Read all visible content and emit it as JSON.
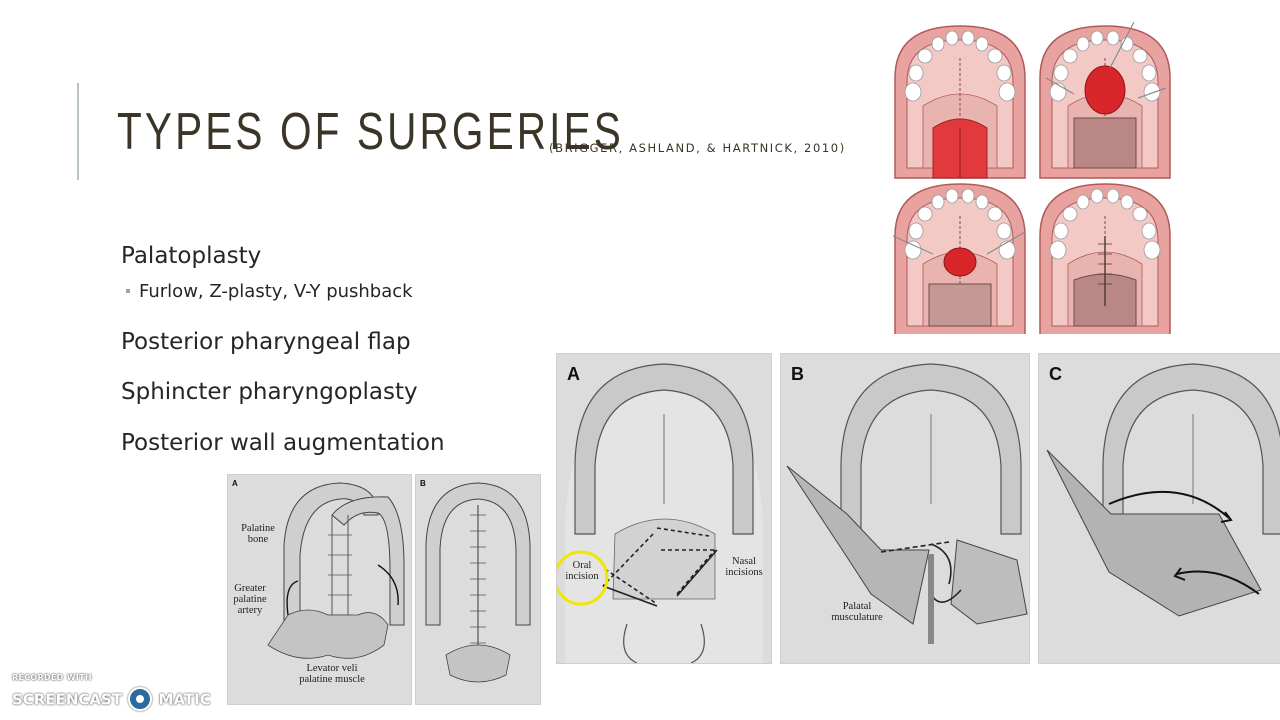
{
  "slide": {
    "title": "TYPES OF SURGERIES",
    "citation": "(BRIGGER, ASHLAND, & HARTNICK, 2010)"
  },
  "bullets": {
    "item1": "Palatoplasty",
    "item1_sub": "Furlow, Z-plasty, V-Y pushback",
    "item2": "Posterior pharyngeal flap",
    "item3": "Sphincter pharyngoplasty",
    "item4": "Posterior wall augmentation"
  },
  "figure_small": {
    "panel_a_letter": "A",
    "panel_b_letter": "B",
    "label_palatine_bone": "Palatine bone",
    "label_greater_palatine_artery": "Greater palatine artery",
    "label_levator": "Levator veli palatine muscle"
  },
  "figure_large": {
    "panel_a_letter": "A",
    "panel_b_letter": "B",
    "panel_c_letter": "C",
    "label_oral_incision": "Oral incision",
    "label_nasal_incisions": "Nasal incisions",
    "label_palatal_musculature": "Palatal musculature"
  },
  "watermark": {
    "line1": "RECORDED WITH",
    "line2_left": "SCREENCAST",
    "line2_right": "MATIC"
  },
  "colors": {
    "title": "#3a3526",
    "accent_rule": "#b9c4c4",
    "palate_red": "#e0474a",
    "gum_pink": "#e8a3a0",
    "highlight_circle": "#f2e600"
  }
}
